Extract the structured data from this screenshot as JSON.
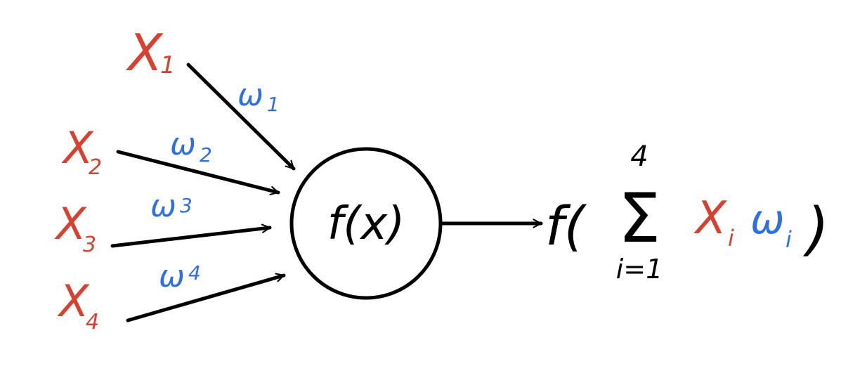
{
  "colors": {
    "background": "#ffffff",
    "ink": "#000000",
    "input_color": "#d8402f",
    "weight_color": "#2f6fe6"
  },
  "inputs": [
    {
      "symbol": "X",
      "subscript": "1"
    },
    {
      "symbol": "X",
      "subscript": "2"
    },
    {
      "symbol": "X",
      "subscript": "3"
    },
    {
      "symbol": "X",
      "subscript": "4"
    }
  ],
  "weights": [
    {
      "symbol": "ω",
      "subscript": "1"
    },
    {
      "symbol": "ω",
      "subscript": "2"
    },
    {
      "symbol": "ω",
      "subscript": "3"
    },
    {
      "symbol": "ω",
      "subscript": "4"
    }
  ],
  "neuron": {
    "label": "f(x)"
  },
  "output": {
    "function_open": "f(",
    "sum_symbol": "Σ",
    "sum_upper": "4",
    "sum_lower": "i=1",
    "term_input_symbol": "X",
    "term_input_index": "i",
    "term_weight_symbol": "ω",
    "term_weight_index": "i",
    "function_close": ")"
  }
}
